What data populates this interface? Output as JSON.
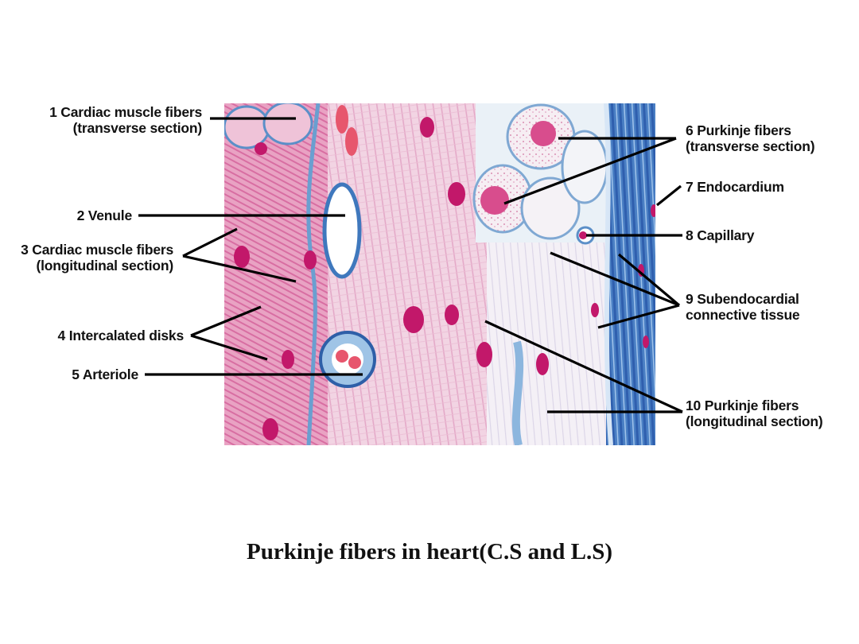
{
  "labels": {
    "l1": {
      "line1": "1 Cardiac muscle fibers",
      "line2": "(transverse section)"
    },
    "l2": {
      "line1": "2 Venule"
    },
    "l3": {
      "line1": "3 Cardiac muscle fibers",
      "line2": "(longitudinal section)"
    },
    "l4": {
      "line1": "4 Intercalated disks"
    },
    "l5": {
      "line1": "5 Arteriole"
    },
    "l6": {
      "line1": "6 Purkinje fibers",
      "line2": "(transverse section)"
    },
    "l7": {
      "line1": "7 Endocardium"
    },
    "l8": {
      "line1": "8 Capillary"
    },
    "l9": {
      "line1": "9 Subendocardial",
      "line2": "connective tissue"
    },
    "l10": {
      "line1": "10 Purkinje fibers",
      "line2": "(longitudinal section)"
    }
  },
  "caption": "Purkinje fibers in heart(C.S and L.S)",
  "colors": {
    "muscle_pink": "#e58ab5",
    "nucleus_magenta": "#c2186a",
    "purkinje_pale": "#f3f0f6",
    "connective_blue": "#6a9fd0",
    "endocardium_blue": "#2f5fae",
    "leader_line": "#000000"
  }
}
